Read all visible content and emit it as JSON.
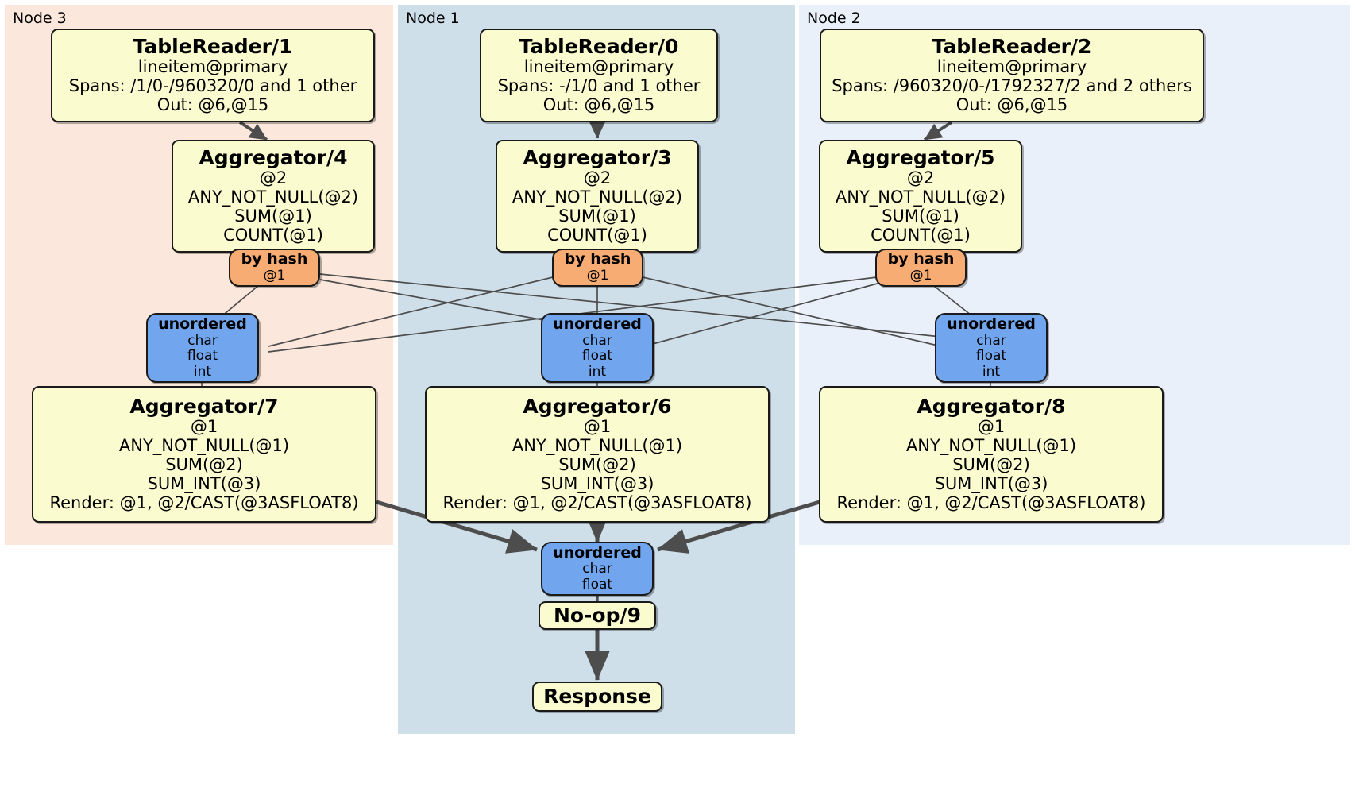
{
  "diagram": {
    "title": "Distributed query plan",
    "colors": {
      "node3_panel": "#fce7dc",
      "node1_panel": "#cfdfea",
      "node2_panel": "#eaf0fa",
      "processor": "#fbfbd0",
      "router": "#f6ac72",
      "synchronizer": "#71a6ee",
      "edge": "#4d4d4d",
      "border": "#1a1a1a"
    }
  },
  "panels": [
    {
      "label": "Node 3"
    },
    {
      "label": "Node 1"
    },
    {
      "label": "Node 2"
    }
  ],
  "nodes": {
    "table_reader_1": {
      "title": "TableReader/1",
      "lines": [
        "lineitem@primary",
        "Spans: /1/0-/960320/0 and 1 other",
        "Out: @6,@15"
      ]
    },
    "table_reader_0": {
      "title": "TableReader/0",
      "lines": [
        "lineitem@primary",
        "Spans: -/1/0 and 1 other",
        "Out: @6,@15"
      ]
    },
    "table_reader_2": {
      "title": "TableReader/2",
      "lines": [
        "lineitem@primary",
        "Spans: /960320/0-/1792327/2 and 2 others",
        "Out: @6,@15"
      ]
    },
    "aggregator_4": {
      "title": "Aggregator/4",
      "lines": [
        "@2",
        "ANY_NOT_NULL(@2)",
        "SUM(@1)",
        "COUNT(@1)"
      ]
    },
    "aggregator_3": {
      "title": "Aggregator/3",
      "lines": [
        "@2",
        "ANY_NOT_NULL(@2)",
        "SUM(@1)",
        "COUNT(@1)"
      ]
    },
    "aggregator_5": {
      "title": "Aggregator/5",
      "lines": [
        "@2",
        "ANY_NOT_NULL(@2)",
        "SUM(@1)",
        "COUNT(@1)"
      ]
    },
    "byhash_left": {
      "title": "by hash",
      "lines": [
        "@1"
      ]
    },
    "byhash_mid": {
      "title": "by hash",
      "lines": [
        "@1"
      ]
    },
    "byhash_right": {
      "title": "by hash",
      "lines": [
        "@1"
      ]
    },
    "unordered_left": {
      "title": "unordered",
      "lines": [
        "char",
        "float",
        "int"
      ]
    },
    "unordered_mid": {
      "title": "unordered",
      "lines": [
        "char",
        "float",
        "int"
      ]
    },
    "unordered_right": {
      "title": "unordered",
      "lines": [
        "char",
        "float",
        "int"
      ]
    },
    "aggregator_7": {
      "title": "Aggregator/7",
      "lines": [
        "@1",
        "ANY_NOT_NULL(@1)",
        "SUM(@2)",
        "SUM_INT(@3)",
        "Render: @1, @2/CAST(@3ASFLOAT8)"
      ]
    },
    "aggregator_6": {
      "title": "Aggregator/6",
      "lines": [
        "@1",
        "ANY_NOT_NULL(@1)",
        "SUM(@2)",
        "SUM_INT(@3)",
        "Render: @1, @2/CAST(@3ASFLOAT8)"
      ]
    },
    "aggregator_8": {
      "title": "Aggregator/8",
      "lines": [
        "@1",
        "ANY_NOT_NULL(@1)",
        "SUM(@2)",
        "SUM_INT(@3)",
        "Render: @1, @2/CAST(@3ASFLOAT8)"
      ]
    },
    "unordered_final": {
      "title": "unordered",
      "lines": [
        "char",
        "float"
      ]
    },
    "noop_9": {
      "title": "No-op/9",
      "lines": []
    },
    "response": {
      "title": "Response",
      "lines": []
    }
  }
}
